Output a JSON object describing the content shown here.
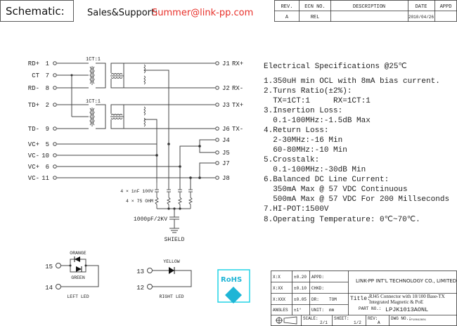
{
  "header": {
    "schematic_label": "Schematic:",
    "sales_label": "Sales&Support:",
    "email": "Summer@link-pp.com",
    "email_color": "#e8302a"
  },
  "revision_table": {
    "headers": [
      "REV.",
      "ECN NO.",
      "DESCRIPTION",
      "DATE",
      "APPD"
    ],
    "row": [
      "A",
      "REL",
      "",
      "2010/04/26",
      ""
    ]
  },
  "left_pins": [
    {
      "name": "RD+",
      "num": "1"
    },
    {
      "name": "CT",
      "num": "7"
    },
    {
      "name": "RD-",
      "num": "8"
    },
    {
      "name": "TD+",
      "num": "2"
    },
    {
      "name": "TD-",
      "num": "9"
    },
    {
      "name": "VC+",
      "num": "5"
    },
    {
      "name": "VC-",
      "num": "10"
    },
    {
      "name": "VC+",
      "num": "6"
    },
    {
      "name": "VC-",
      "num": "11"
    }
  ],
  "right_pins": [
    {
      "name": "J1",
      "signal": "RX+"
    },
    {
      "name": "J2",
      "signal": "RX-"
    },
    {
      "name": "J3",
      "signal": "TX+"
    },
    {
      "name": "J6",
      "signal": "TX-"
    },
    {
      "name": "J4",
      "signal": ""
    },
    {
      "name": "J5",
      "signal": ""
    },
    {
      "name": "J7",
      "signal": ""
    },
    {
      "name": "J8",
      "signal": ""
    }
  ],
  "transformer_ratio_1": "1CT:1",
  "transformer_ratio_2": "1CT:1",
  "cap_label": "4 × 1nF 100V",
  "res_label": "4 × 75 OHM",
  "shield_cap": "1000pF/2KV",
  "shield_label": "SHIELD",
  "specs": {
    "title": "Electrical Specifications @25℃",
    "lines": [
      "1.350uH min OCL with 8mA bias current.",
      "2.Turns Ratio(±2%):",
      "  TX=1CT:1     RX=1CT:1",
      "3.Insertion Loss:",
      "  0.1-100MHz:-1.5dB Max",
      "4.Return Loss:",
      "  2-30MHz:-16 Min",
      "  60-80MHz:-10 Min",
      "5.Crosstalk:",
      "  0.1-100MHz:-30dB Min",
      "6.Balanced DC Line Current:",
      "  350mA Max @ 57 VDC Continuous",
      "  500mA Max @ 57 VDC For 200 Millseconds",
      "7.HI-POT:1500V",
      "8.Operating Temperature: 0℃~70℃."
    ]
  },
  "leds": {
    "left": {
      "pin_a": "15",
      "pin_b": "14",
      "color_top": "ORANGE",
      "color_bottom": "GREEN",
      "label": "LEFT LED"
    },
    "right": {
      "pin_a": "13",
      "pin_b": "12",
      "color": "YELLOW",
      "label": "RIGHT LED"
    }
  },
  "rohs_logo": "RoHS",
  "title_block": {
    "tolerances": [
      {
        "fmt": "X:X",
        "tol": "±0.20",
        "field": "APPD:",
        "value": ""
      },
      {
        "fmt": "X:XX",
        "tol": "±0.10",
        "field": "CHKD:",
        "value": ""
      },
      {
        "fmt": "X:XXX",
        "tol": "±0.05",
        "field": "DR:",
        "value": "TOM"
      },
      {
        "fmt": "ANGLES",
        "tol": "±1°",
        "field": "UNIT:",
        "value": "mm"
      }
    ],
    "company": "LINK-PP INT'L TECHNOLOGY CO., LIMITED",
    "title_label": "Title:",
    "title_line1": "RJ45 Connector with 10/100 Base-TX",
    "title_line2": "Integrated Magnetic & PoE",
    "part_label": "PART NO.:",
    "part_no": "LPJK1013AONL",
    "scale_label": "SCALE:",
    "scale": "2/1",
    "sheet_label": "SHEET:",
    "sheet": "1/2",
    "rev_label": "REV:",
    "rev": "A",
    "dwg_label": "DWG NO.:",
    "dwg": "LP10042601"
  }
}
